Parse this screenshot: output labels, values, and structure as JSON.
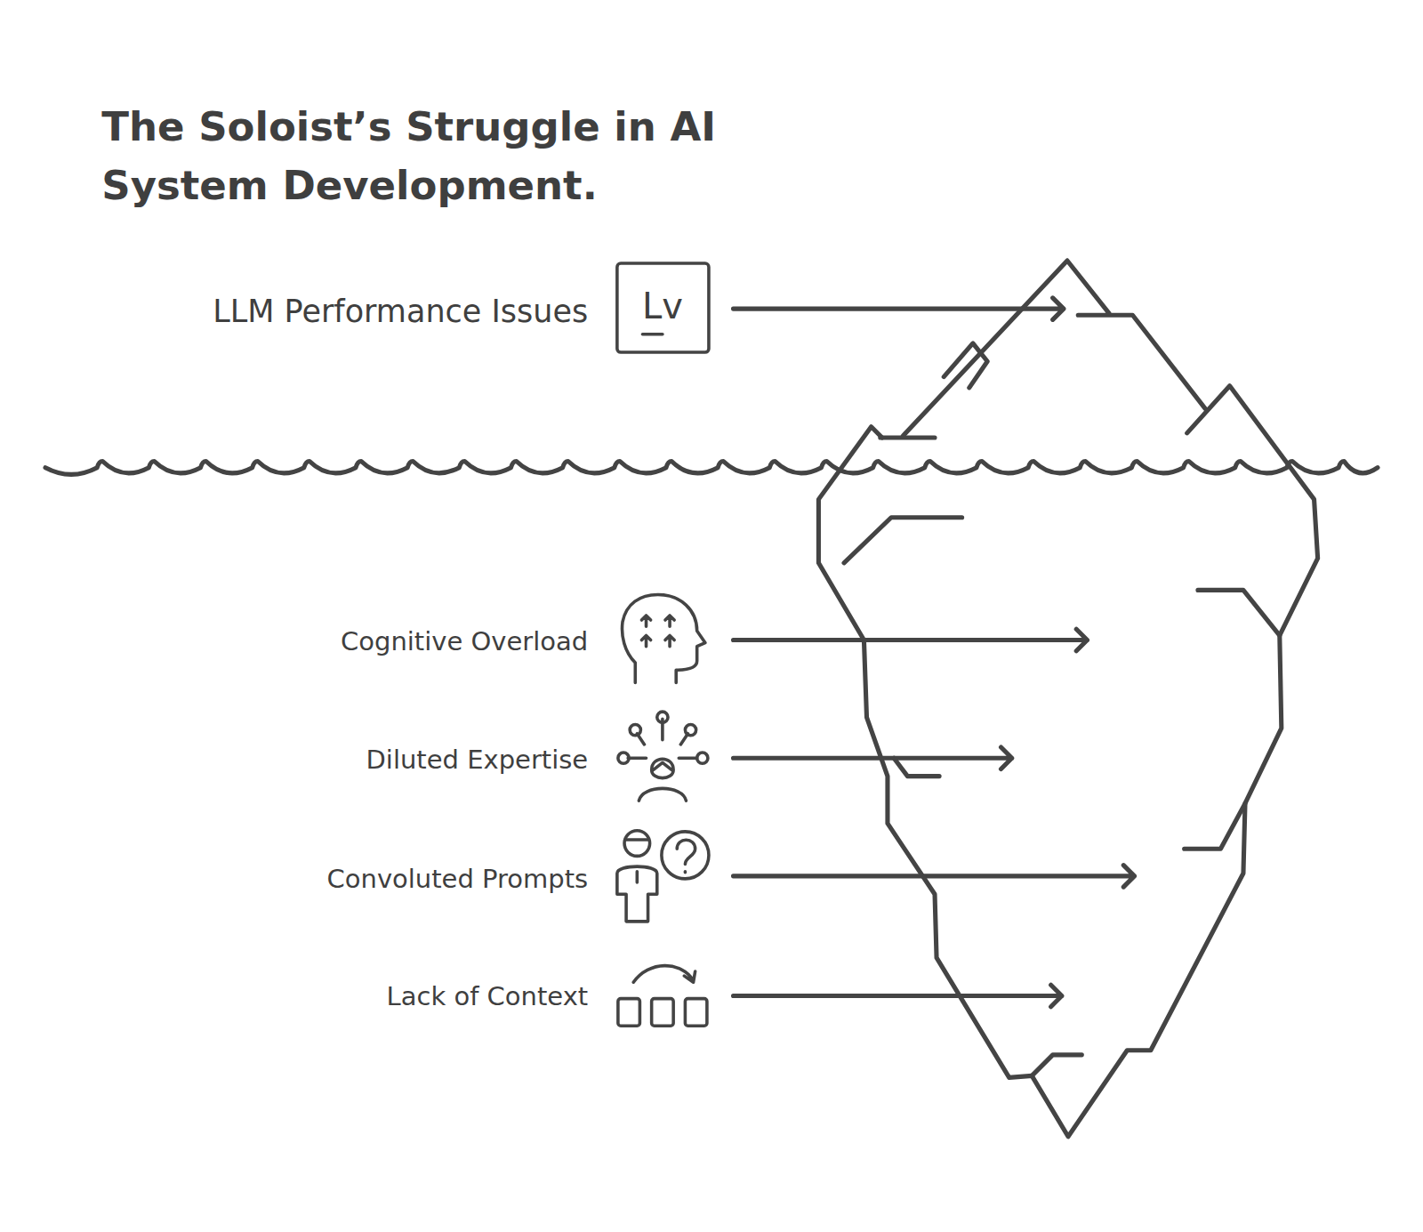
{
  "diagram": {
    "title": "The Soloist’s Struggle in AI System Development.",
    "labels": [
      "LLM Performance Issues",
      "Lv",
      "Cognitive Overload",
      "Diluted Expertise",
      "Convoluted Prompts",
      "Lack of Context"
    ]
  }
}
